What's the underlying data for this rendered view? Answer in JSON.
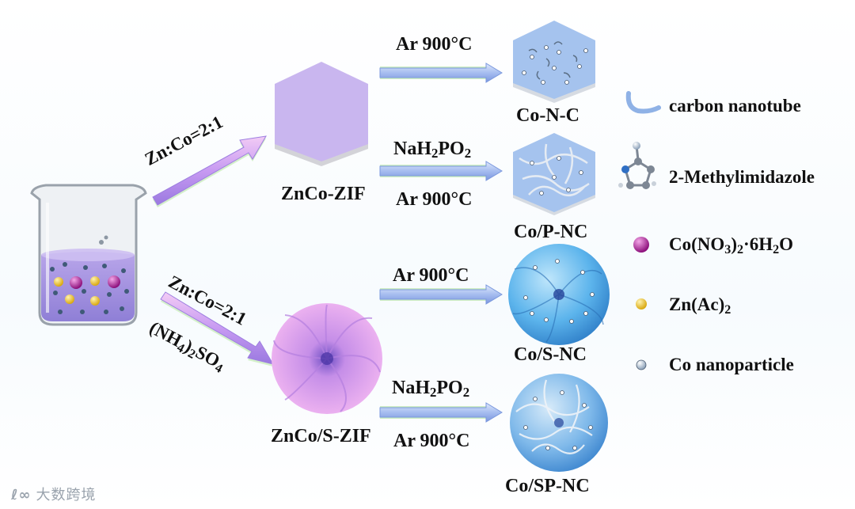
{
  "labels": {
    "zn_co_ratio_top": "Zn:Co=2:1",
    "zn_co_ratio_bottom": "Zn:Co=2:1",
    "ammonium_sulfate_prefix": "(NH",
    "ammonium_sulfate_sub1": "4",
    "ammonium_sulfate_mid": ")",
    "ammonium_sulfate_sub2": "2",
    "ammonium_sulfate_suffix": "SO",
    "ammonium_sulfate_sub3": "4",
    "znco_zif": "ZnCo-ZIF",
    "znco_s_zif": "ZnCo/S-ZIF",
    "ar900_1": "Ar 900°C",
    "ar900_2": "Ar 900°C",
    "ar900_3": "Ar 900°C",
    "ar900_4": "Ar 900°C",
    "nah2po2_a_prefix": "NaH",
    "nah2po2_a_sub1": "2",
    "nah2po2_a_mid": "PO",
    "nah2po2_a_sub2": "2",
    "nah2po2_b_prefix": "NaH",
    "nah2po2_b_sub1": "2",
    "nah2po2_b_mid": "PO",
    "nah2po2_b_sub2": "2",
    "product_co_n_c": "Co-N-C",
    "product_co_p_nc": "Co/P-NC",
    "product_co_s_nc": "Co/S-NC",
    "product_co_sp_nc": "Co/SP-NC"
  },
  "legend": {
    "carbon_nanotube": "carbon nanotube",
    "methylimidazole": "2-Methylimidazole",
    "cobalt_nitrate_prefix": "Co(NO",
    "cobalt_nitrate_sub1": "3",
    "cobalt_nitrate_mid": ")",
    "cobalt_nitrate_sub2": "2",
    "cobalt_nitrate_mid2": "·6H",
    "cobalt_nitrate_sub3": "2",
    "cobalt_nitrate_suffix": "O",
    "zinc_acetate_prefix": "Zn(Ac)",
    "zinc_acetate_sub": "2",
    "co_nanoparticle": "Co nanoparticle"
  },
  "watermark": {
    "icon": "ℓ∞",
    "text": "大数跨境"
  },
  "colors": {
    "zif_hexagon": "#c9b6ef",
    "flower_pink": "#e8a6f0",
    "product_blue": "#9fc4ef",
    "sphere_blue": "#5fb3ea",
    "arrow_fill": "#a9bff0",
    "arrow_glow": "#9fe08a",
    "cobalt_nitrate": "#b3169a",
    "zinc_acetate": "#f2cf3a",
    "co_particle": "#dfe6ee"
  }
}
